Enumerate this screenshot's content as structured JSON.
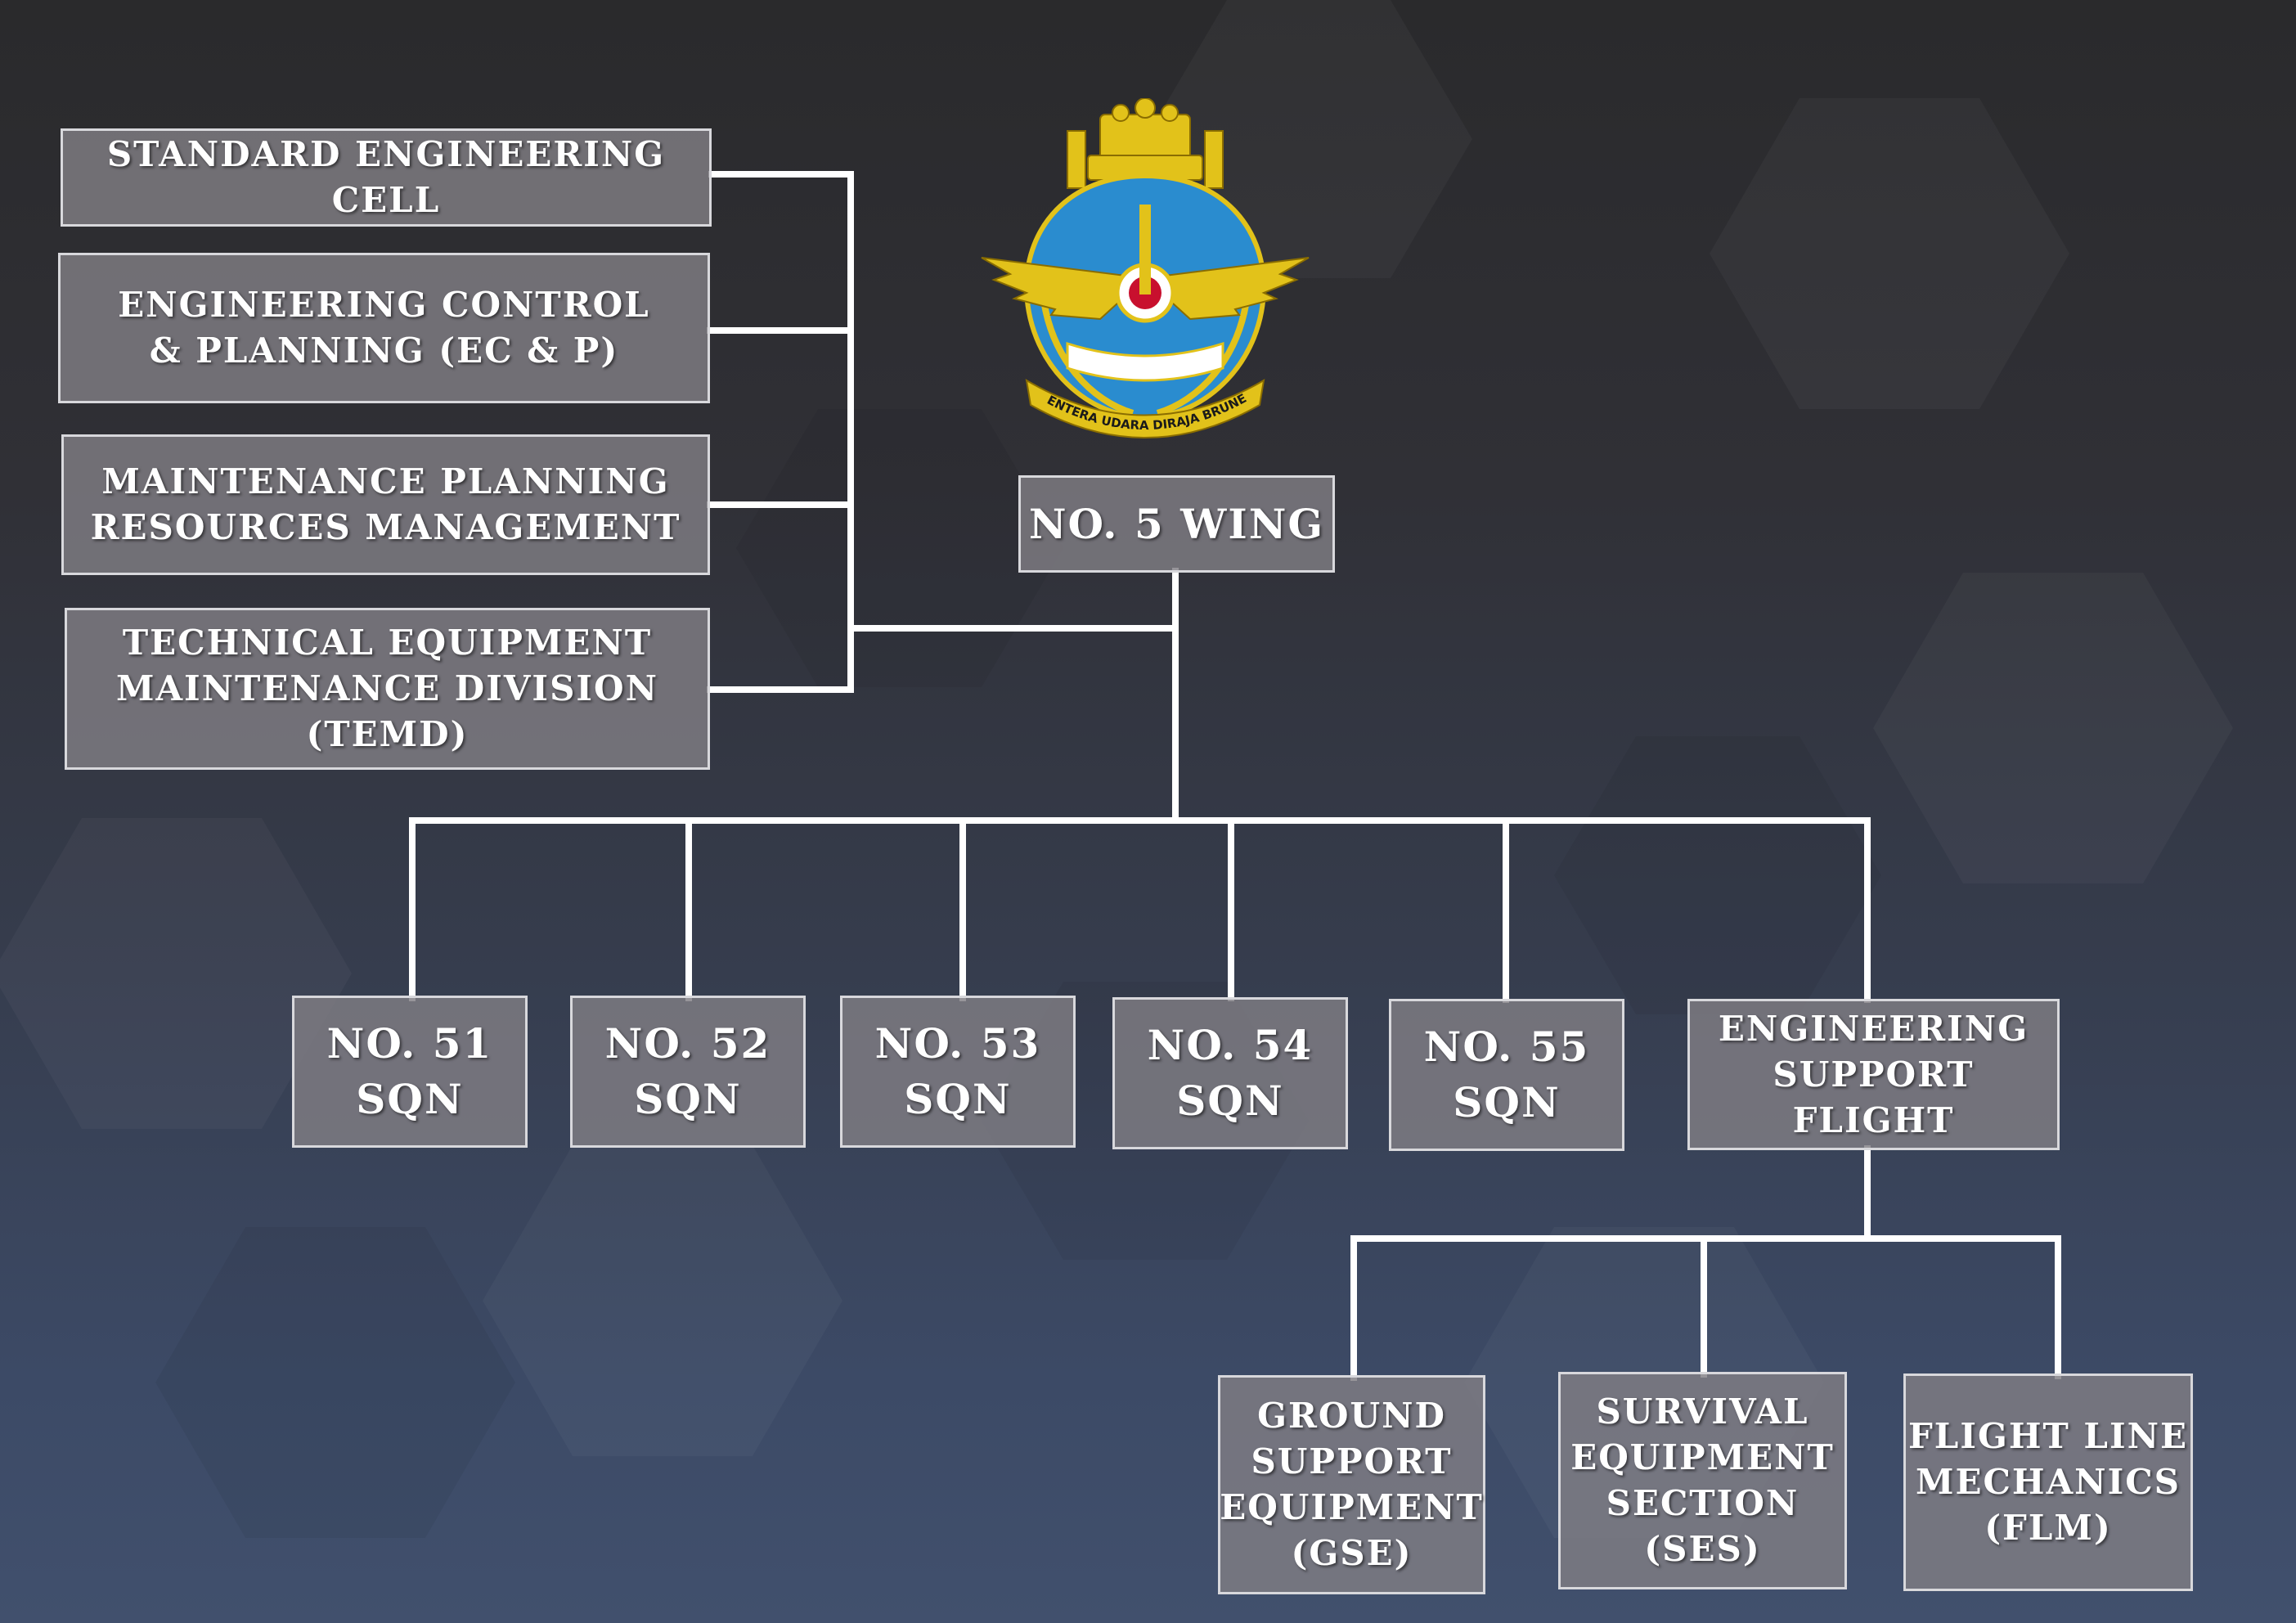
{
  "root": {
    "label": "NO. 5 WING"
  },
  "emblem": {
    "name": "royal-brunei-air-force-emblem",
    "ribbon_text": "TENTERA UDARA DIRAJA BRUNEI",
    "colors": {
      "gold": "#e2c21a",
      "blue": "#2a8ccf",
      "red": "#c8102e"
    }
  },
  "staff_units": [
    {
      "label": "STANDARD ENGINEERING CELL"
    },
    {
      "label": "ENGINEERING CONTROL\n& PLANNING (EC & P)"
    },
    {
      "label": "MAINTENANCE PLANNING\nRESOURCES MANAGEMENT"
    },
    {
      "label": "TECHNICAL EQUIPMENT\nMAINTENANCE DIVISION\n(TEMD)"
    }
  ],
  "squadrons": [
    {
      "label": "NO. 51\nSQN"
    },
    {
      "label": "NO. 52\nSQN"
    },
    {
      "label": "NO. 53\nSQN"
    },
    {
      "label": "NO. 54\nSQN"
    },
    {
      "label": "NO. 55\nSQN"
    },
    {
      "label": "ENGINEERING\nSUPPORT FLIGHT"
    }
  ],
  "support_sections": [
    {
      "label": "GROUND\nSUPPORT\nEQUIPMENT\n(GSE)"
    },
    {
      "label": "SURVIVAL\nEQUIPMENT\nSECTION\n(SES)"
    },
    {
      "label": "FLIGHT LINE\nMECHANICS\n(FLM)"
    }
  ],
  "colors": {
    "connector": "#ffffff",
    "box_fill": "#807e84",
    "box_border": "#d8d8dc"
  }
}
